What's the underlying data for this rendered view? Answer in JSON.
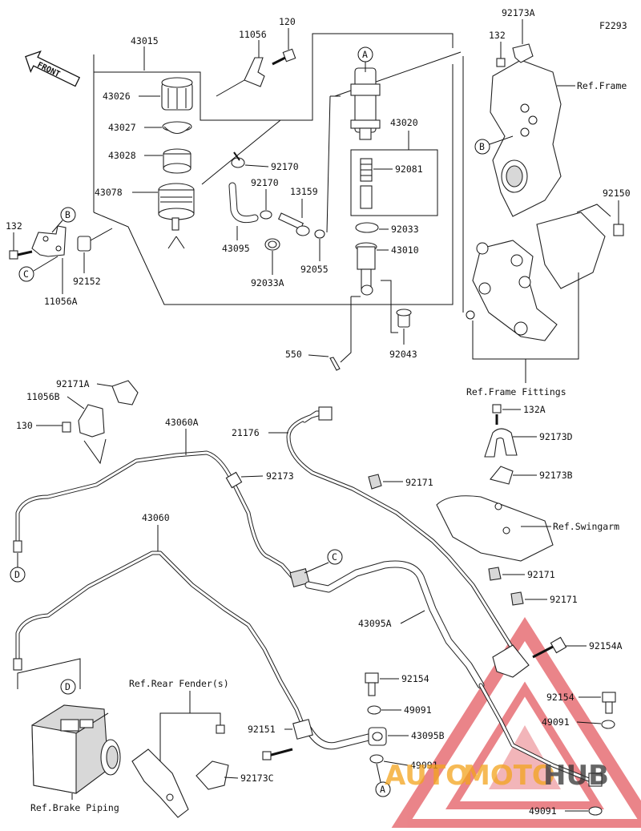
{
  "figure_code": "F2293",
  "front_label": "FRONT",
  "callouts": {
    "p43015": "43015",
    "p11056": "11056",
    "p120": "120",
    "p92173A": "92173A",
    "p132_top": "132",
    "ref_frame": "Ref.Frame",
    "p43026": "43026",
    "p43027": "43027",
    "p43028": "43028",
    "p43078": "43078",
    "p43020": "43020",
    "p92081": "92081",
    "p92170_a": "92170",
    "p92170_b": "92170",
    "p13159": "13159",
    "p43095": "43095",
    "p92033": "92033",
    "p92033A": "92033A",
    "p92055": "92055",
    "p43010": "43010",
    "p132_left": "132",
    "p92152": "92152",
    "p11056A": "11056A",
    "p92150": "92150",
    "p550": "550",
    "p92043": "92043",
    "ref_frame_fittings": "Ref.Frame Fittings",
    "p92171A": "92171A",
    "p11056B": "11056B",
    "p130": "130",
    "p43060A": "43060A",
    "p21176": "21176",
    "p132A": "132A",
    "p92173D": "92173D",
    "p92173": "92173",
    "p92171_a": "92171",
    "p92173B": "92173B",
    "ref_swingarm": "Ref.Swingarm",
    "p43060": "43060",
    "p92171_b": "92171",
    "p92171_c": "92171",
    "p43095A": "43095A",
    "p92154A": "92154A",
    "p92154_a": "92154",
    "p92154_b": "92154",
    "ref_rear_fender": "Ref.Rear Fender(s)",
    "p49091_a": "49091",
    "p49091_b": "49091",
    "p92151": "92151",
    "p43095B": "43095B",
    "p49091_c": "49091",
    "p92173C": "92173C",
    "ref_brake_piping": "Ref.Brake Piping",
    "p49091_d": "49091"
  },
  "markers": {
    "a_top": "A",
    "b_frame": "B",
    "b_left": "B",
    "c_left": "C",
    "c_mid": "C",
    "d_left": "D",
    "d_abs": "D",
    "a_bottom": "A"
  },
  "watermark": {
    "word_part1": "AUTO",
    "word_part2": "MOTO",
    "word_part3": "HUB"
  },
  "colors": {
    "watermark_red": "#d9202a",
    "watermark_orange": "#f3a41d",
    "ink": "#111111"
  }
}
